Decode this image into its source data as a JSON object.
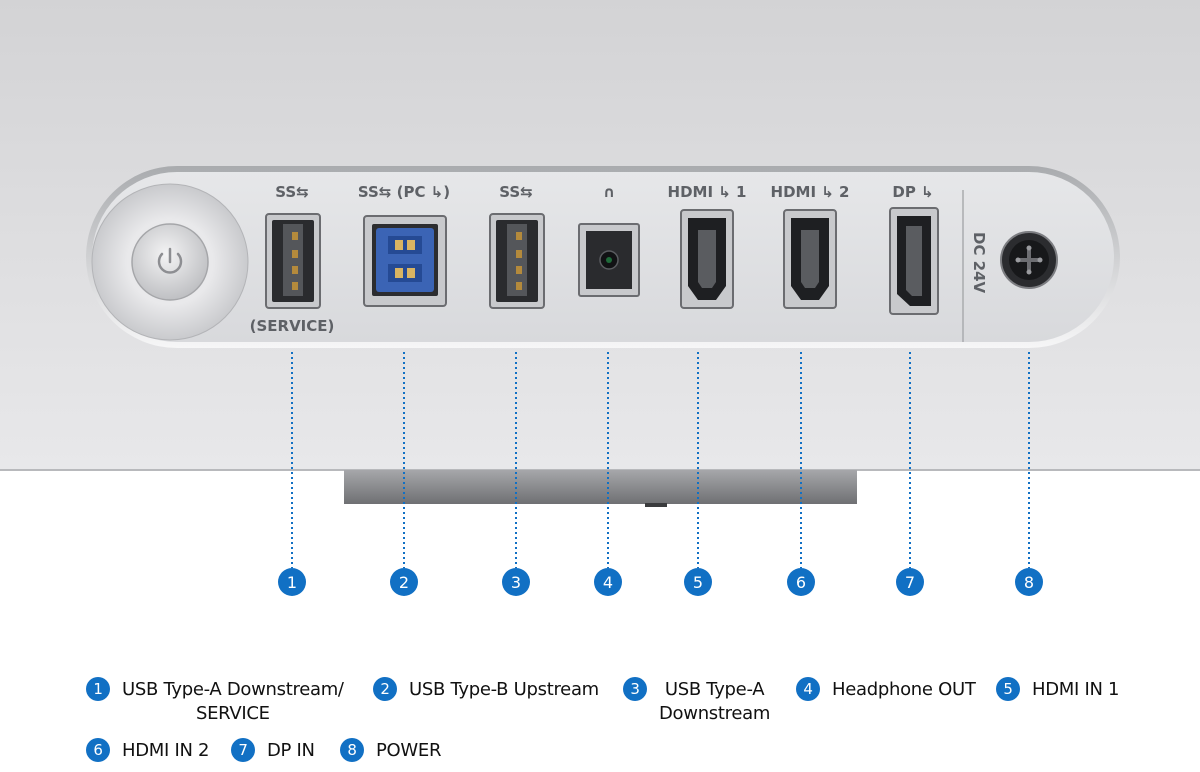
{
  "panel": {
    "port_labels": {
      "usb_a_1_top": "SS⇆",
      "usb_a_1_bottom": "(SERVICE)",
      "usb_b_top": "SS⇆ (PC ↳)",
      "usb_a_2_top": "SS⇆",
      "headphone_top": "∩",
      "hdmi1_top": "HDMI ↳ 1",
      "hdmi2_top": "HDMI ↳ 2",
      "dp_top": "DP ↳",
      "power_side": "DC 24V"
    }
  },
  "callouts": [
    "1",
    "2",
    "3",
    "4",
    "5",
    "6",
    "7",
    "8"
  ],
  "legend": [
    {
      "num": "1",
      "lines": [
        "USB Type-A Downstream/",
        "SERVICE"
      ]
    },
    {
      "num": "2",
      "lines": [
        "USB Type-B Upstream"
      ]
    },
    {
      "num": "3",
      "lines": [
        "USB Type-A",
        "Downstream"
      ]
    },
    {
      "num": "4",
      "lines": [
        "Headphone OUT"
      ]
    },
    {
      "num": "5",
      "lines": [
        "HDMI IN 1"
      ]
    },
    {
      "num": "6",
      "lines": [
        "HDMI IN 2"
      ]
    },
    {
      "num": "7",
      "lines": [
        "DP IN"
      ]
    },
    {
      "num": "8",
      "lines": [
        "POWER"
      ]
    }
  ],
  "colors": {
    "accent_blue": "#1170c4",
    "panel_silver": "#dedfe1",
    "usb_b_blue": "#3b64b5"
  }
}
